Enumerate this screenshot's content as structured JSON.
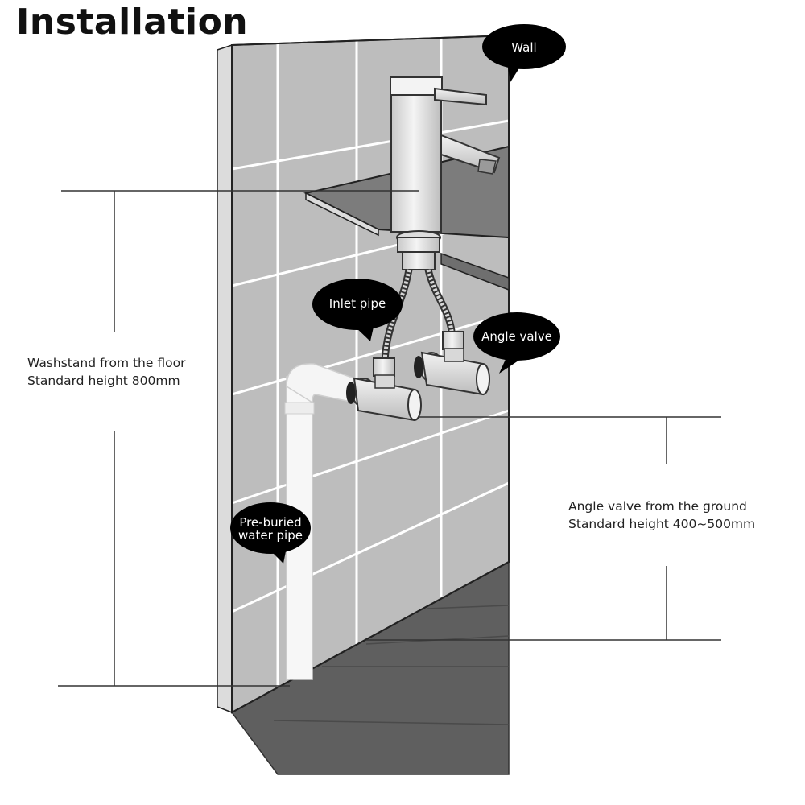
{
  "title": "Installation",
  "callouts": {
    "wall": "Wall",
    "inlet_pipe": "Inlet pipe",
    "angle_valve": "Angle valve",
    "pre_buried_line1": "Pre-buried",
    "pre_buried_line2": "water pipe"
  },
  "dimensions": {
    "washstand": {
      "line1": "Washstand from the floor",
      "line2": "Standard height 800mm"
    },
    "angle_valve": {
      "line1": "Angle valve from the ground",
      "line2": "Standard height 400~500mm"
    }
  }
}
